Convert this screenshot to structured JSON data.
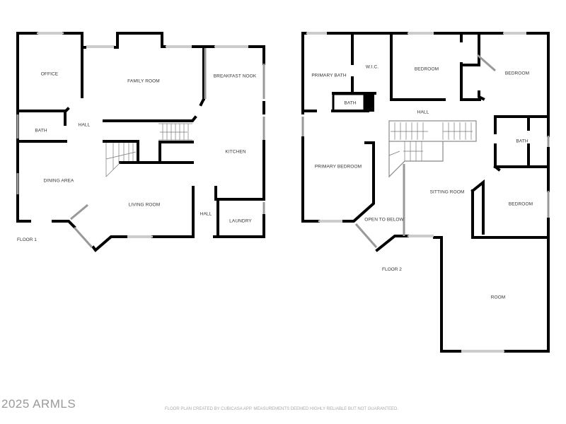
{
  "floor1": {
    "label": "FLOOR 1",
    "rooms": {
      "office": "OFFICE",
      "family_room": "FAMILY ROOM",
      "breakfast_nook": "BREAKFAST NOOK",
      "bath": "BATH",
      "hall": "HALL",
      "kitchen": "KITCHEN",
      "dining_area": "DINING AREA",
      "living_room": "LIVING ROOM",
      "hall2": "HALL",
      "laundry": "LAUNDRY"
    }
  },
  "floor2": {
    "label": "FLOOR 2",
    "rooms": {
      "primary_bath": "PRIMARY BATH",
      "wic": "W.I.C.",
      "bedroom1": "BEDROOM",
      "bedroom2": "BEDROOM",
      "bath": "BATH",
      "hall": "HALL",
      "bath2": "BATH",
      "primary_bedroom": "PRIMARY BEDROOM",
      "sitting_room": "SITTING ROOM",
      "bedroom3": "BEDROOM",
      "open_to_below": "OPEN TO BELOW",
      "room": "ROOM"
    }
  },
  "watermark": "2025 ARMLS",
  "disclaimer": "FLOOR PLAN CREATED BY CUBICASA APP. MEASUREMENTS DEEMED HIGHLY RELIABLE BUT NOT GUARANTEED."
}
